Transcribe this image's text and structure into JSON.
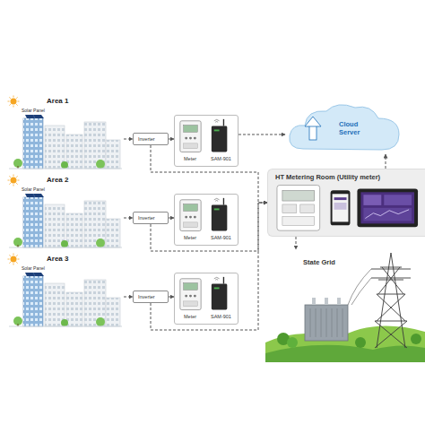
{
  "diagram": {
    "nodes": [
      {
        "text": [
          "Area 1",
          "Solar Panel"
        ]
      },
      {
        "text": [
          "Inverter"
        ]
      },
      {
        "text": [
          "Meter",
          "SAM-901"
        ]
      },
      {
        "text": [
          "Area 2",
          "Solar Panel"
        ]
      },
      {
        "text": [
          "Inverter"
        ]
      },
      {
        "text": [
          "Meter",
          "SAM-901"
        ]
      },
      {
        "text": [
          "Area 3",
          "Solar Panel"
        ]
      },
      {
        "text": [
          "Inverter"
        ]
      },
      {
        "text": [
          "Meter",
          "SAM-901"
        ]
      },
      {
        "text": [
          "Cloud Server"
        ]
      },
      {
        "text": [
          "HT Metering Room (Utility meter)"
        ]
      },
      {
        "text": [
          "State Grid"
        ]
      }
    ],
    "edges": [
      {
        "from": 0,
        "to": 1,
        "arrow": "to"
      },
      {
        "from": 1,
        "to": 2,
        "arrow": "to"
      },
      {
        "from": 3,
        "to": 4,
        "arrow": "to"
      },
      {
        "from": 4,
        "to": 5,
        "arrow": "to"
      },
      {
        "from": 6,
        "to": 7,
        "arrow": "to"
      },
      {
        "from": 7,
        "to": 8,
        "arrow": "to"
      },
      {
        "from": 2,
        "to": 9,
        "arrow": "to"
      },
      {
        "from": 1,
        "to": 10,
        "arrow": "to"
      },
      {
        "from": 4,
        "to": 10,
        "arrow": "to"
      },
      {
        "from": 7,
        "to": 10,
        "arrow": "to"
      },
      {
        "from": 10,
        "to": 9,
        "arrow": "to"
      },
      {
        "from": 10,
        "to": 11,
        "arrow": "to"
      }
    ]
  }
}
